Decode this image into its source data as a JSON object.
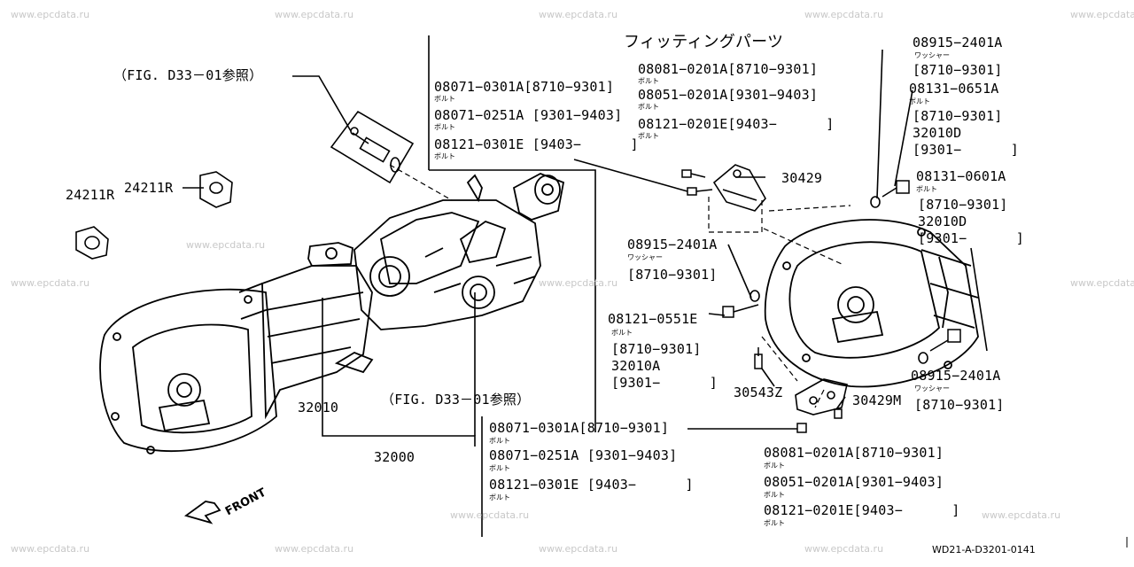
{
  "watermark": "www.epcdata.ru",
  "diagram_code": "WD21-A-D3201-0141",
  "front_label": "FRONT",
  "fitting_parts_title": "フィッティングパーツ",
  "figure_refs": [
    "（FIG. D33－01参照）",
    "（FIG. D33－01参照）"
  ],
  "part_numbers": {
    "p24211R_a": "24211R",
    "p24211R_b": "24211R",
    "p32010": "32010",
    "p32000": "32000",
    "p30429": "30429",
    "p30543Z": "30543Z",
    "p30429M": "30429M"
  },
  "left_bolt_group": [
    {
      "num": "08071−0301A[8710−9301]",
      "sub": "ボルト"
    },
    {
      "num": "08071−0251A [9301−9403]",
      "sub": "ボルト"
    },
    {
      "num": "08121−0301E [9403−      ]",
      "sub": "ボルト"
    }
  ],
  "top_bolt_group": [
    {
      "num": "08081−0201A[8710−9301]",
      "sub": "ボルト"
    },
    {
      "num": "08051−0201A[9301−9403]",
      "sub": "ボルト"
    },
    {
      "num": "08121−0201E[9403−      ]",
      "sub": "ボルト"
    }
  ],
  "right_column": {
    "washer_a_num": "08915−2401A",
    "washer_a_sub": "ワッシャー",
    "washer_a_range": "[8710−9301]",
    "bolt_b_num": "08131−0651A",
    "bolt_b_sub": "ボルト",
    "bolt_b_range": "[8710−9301]",
    "bolt_b_alt": "32010D",
    "bolt_b_alt_range": "[9301−      ]",
    "bolt_c_num": "08131−0601A",
    "bolt_c_sub": "ボルト",
    "bolt_c_range": "[8710−9301]",
    "bolt_c_alt": "32010D",
    "bolt_c_alt_range": "[9301−      ]",
    "washer_d_num": "08915−2401A",
    "washer_d_sub": "ワッシャー",
    "washer_d_range": "[8710−9301]"
  },
  "middle_column": {
    "washer_num": "08915−2401A",
    "washer_sub": "ワッシャー",
    "washer_range": "[8710−9301]",
    "bolt_num": "08121−0551E",
    "bolt_sub": "ボルト",
    "bolt_range": "[8710−9301]",
    "bolt_alt": "32010A",
    "bolt_alt_range": "[9301−      ]"
  },
  "bottom_left_group": [
    {
      "num": "08071−0301A[8710−9301]",
      "sub": "ボルト"
    },
    {
      "num": "08071−0251A [9301−9403]",
      "sub": "ボルト"
    },
    {
      "num": "08121−0301E [9403−      ]",
      "sub": "ボルト"
    }
  ],
  "bottom_right_group": [
    {
      "num": "08081−0201A[8710−9301]",
      "sub": "ボルト"
    },
    {
      "num": "08051−0201A[9301−9403]",
      "sub": "ボルト"
    },
    {
      "num": "08121−0201E[9403−      ]",
      "sub": "ボルト"
    }
  ]
}
